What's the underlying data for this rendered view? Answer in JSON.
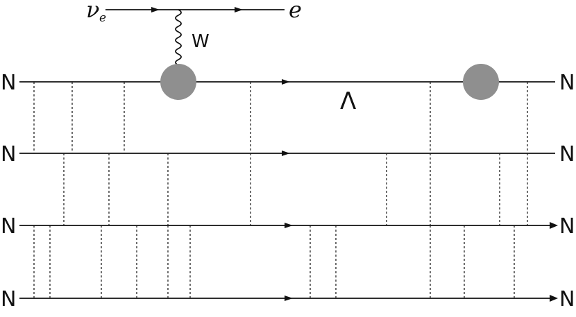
{
  "labels": {
    "nucleon": "N",
    "neutrino": "ν",
    "neutrino_sub": "e",
    "electron": "e",
    "boson": "W",
    "lambda": "Λ"
  },
  "colors": {
    "line": "#111111",
    "blob": "#8f8f8f"
  }
}
